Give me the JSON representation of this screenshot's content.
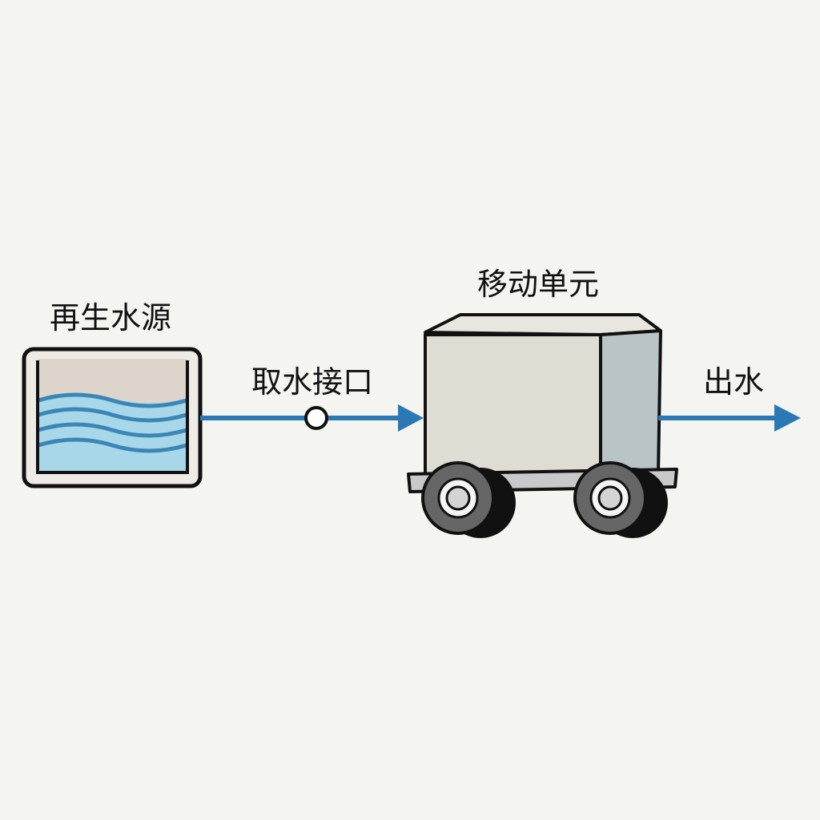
{
  "labels": {
    "source": "再生水源",
    "intake": "取水接口",
    "mobile_unit": "移动单元",
    "outlet": "出水"
  },
  "colors": {
    "background": "#f4f4f1",
    "flow_arrow": "#2a78b4",
    "water": "#a9d7ea",
    "wave": "#3a86b5",
    "unit_body": "#dedcd3",
    "unit_side": "#b8c4c6"
  }
}
